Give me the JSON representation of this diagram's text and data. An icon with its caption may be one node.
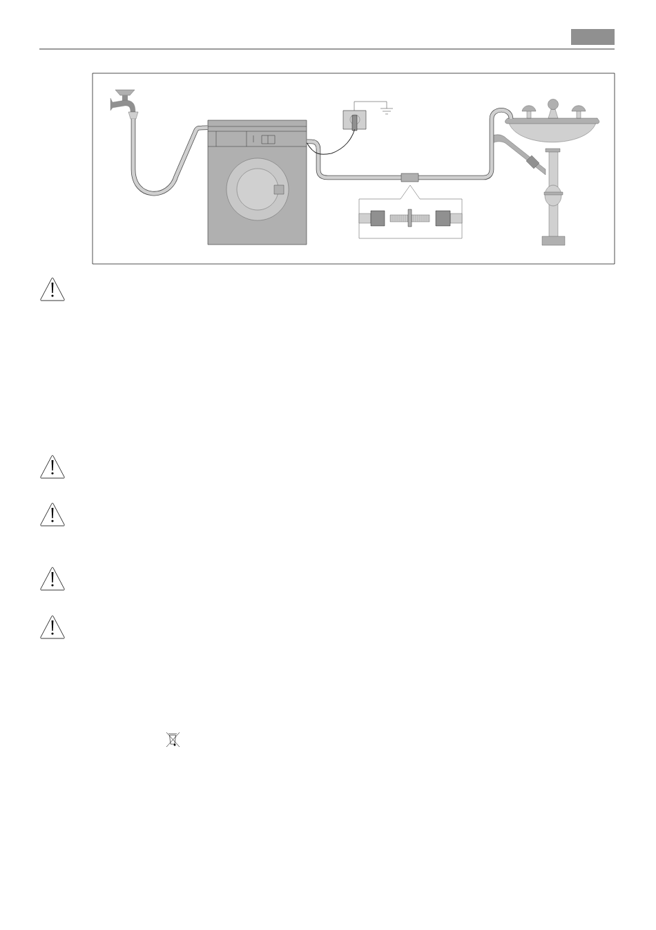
{
  "diagram": {
    "nodes": [
      {
        "text": [],
        "shape": "picture"
      },
      {
        "text": [],
        "shape": "box"
      },
      {
        "text": [],
        "shape": "box"
      },
      {
        "text": [],
        "shape": "picture"
      }
    ],
    "edges": [
      {
        "from": 0,
        "to": 1,
        "arrow": "none"
      },
      {
        "from": 1,
        "to": 3,
        "arrow": "none"
      },
      {
        "from": 1,
        "to": 2,
        "arrow": "none",
        "color": "#222222"
      }
    ]
  }
}
